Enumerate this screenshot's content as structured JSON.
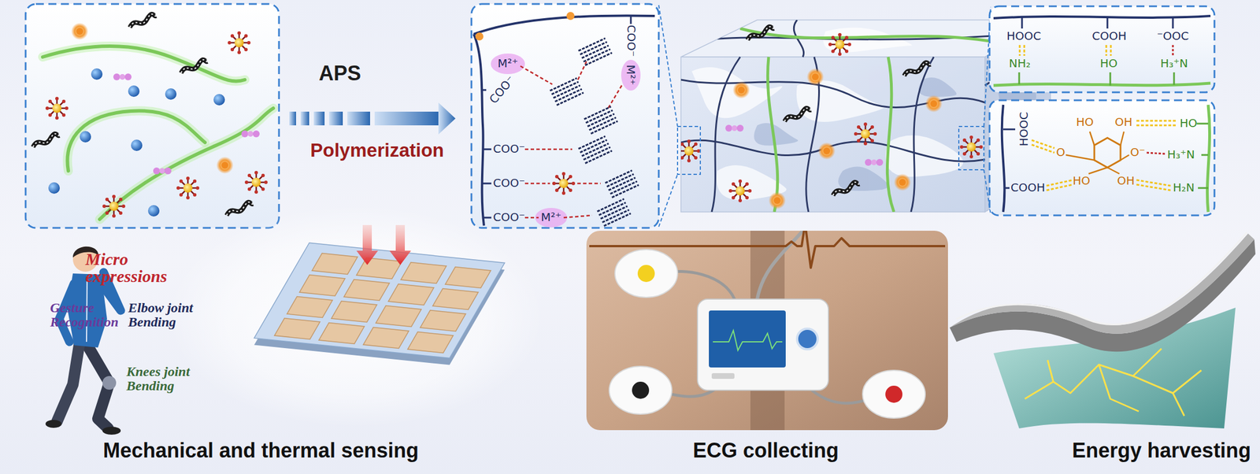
{
  "diagram": {
    "labels": [
      "APS",
      "Polymerization",
      "M²⁺",
      "COO⁻",
      "COO⁻",
      "M²⁺",
      "COO⁻",
      "COO⁻",
      "COO⁻",
      "M²⁺",
      "HOOC",
      "COOH",
      "⁻OOC",
      "NH₂",
      "HO",
      "H₃⁺N",
      "HOOC",
      "COOH",
      "HO",
      "OH",
      "O",
      "O⁻",
      "HO",
      "OH",
      "HO",
      "H₃⁺N",
      "H₂N",
      "Micro expressions",
      "Gesture Recognition",
      "Elbow joint Bending",
      "Knees joint Bending",
      "Mechanical and thermal sensing",
      "ECG collecting",
      "Energy harvesting"
    ]
  }
}
